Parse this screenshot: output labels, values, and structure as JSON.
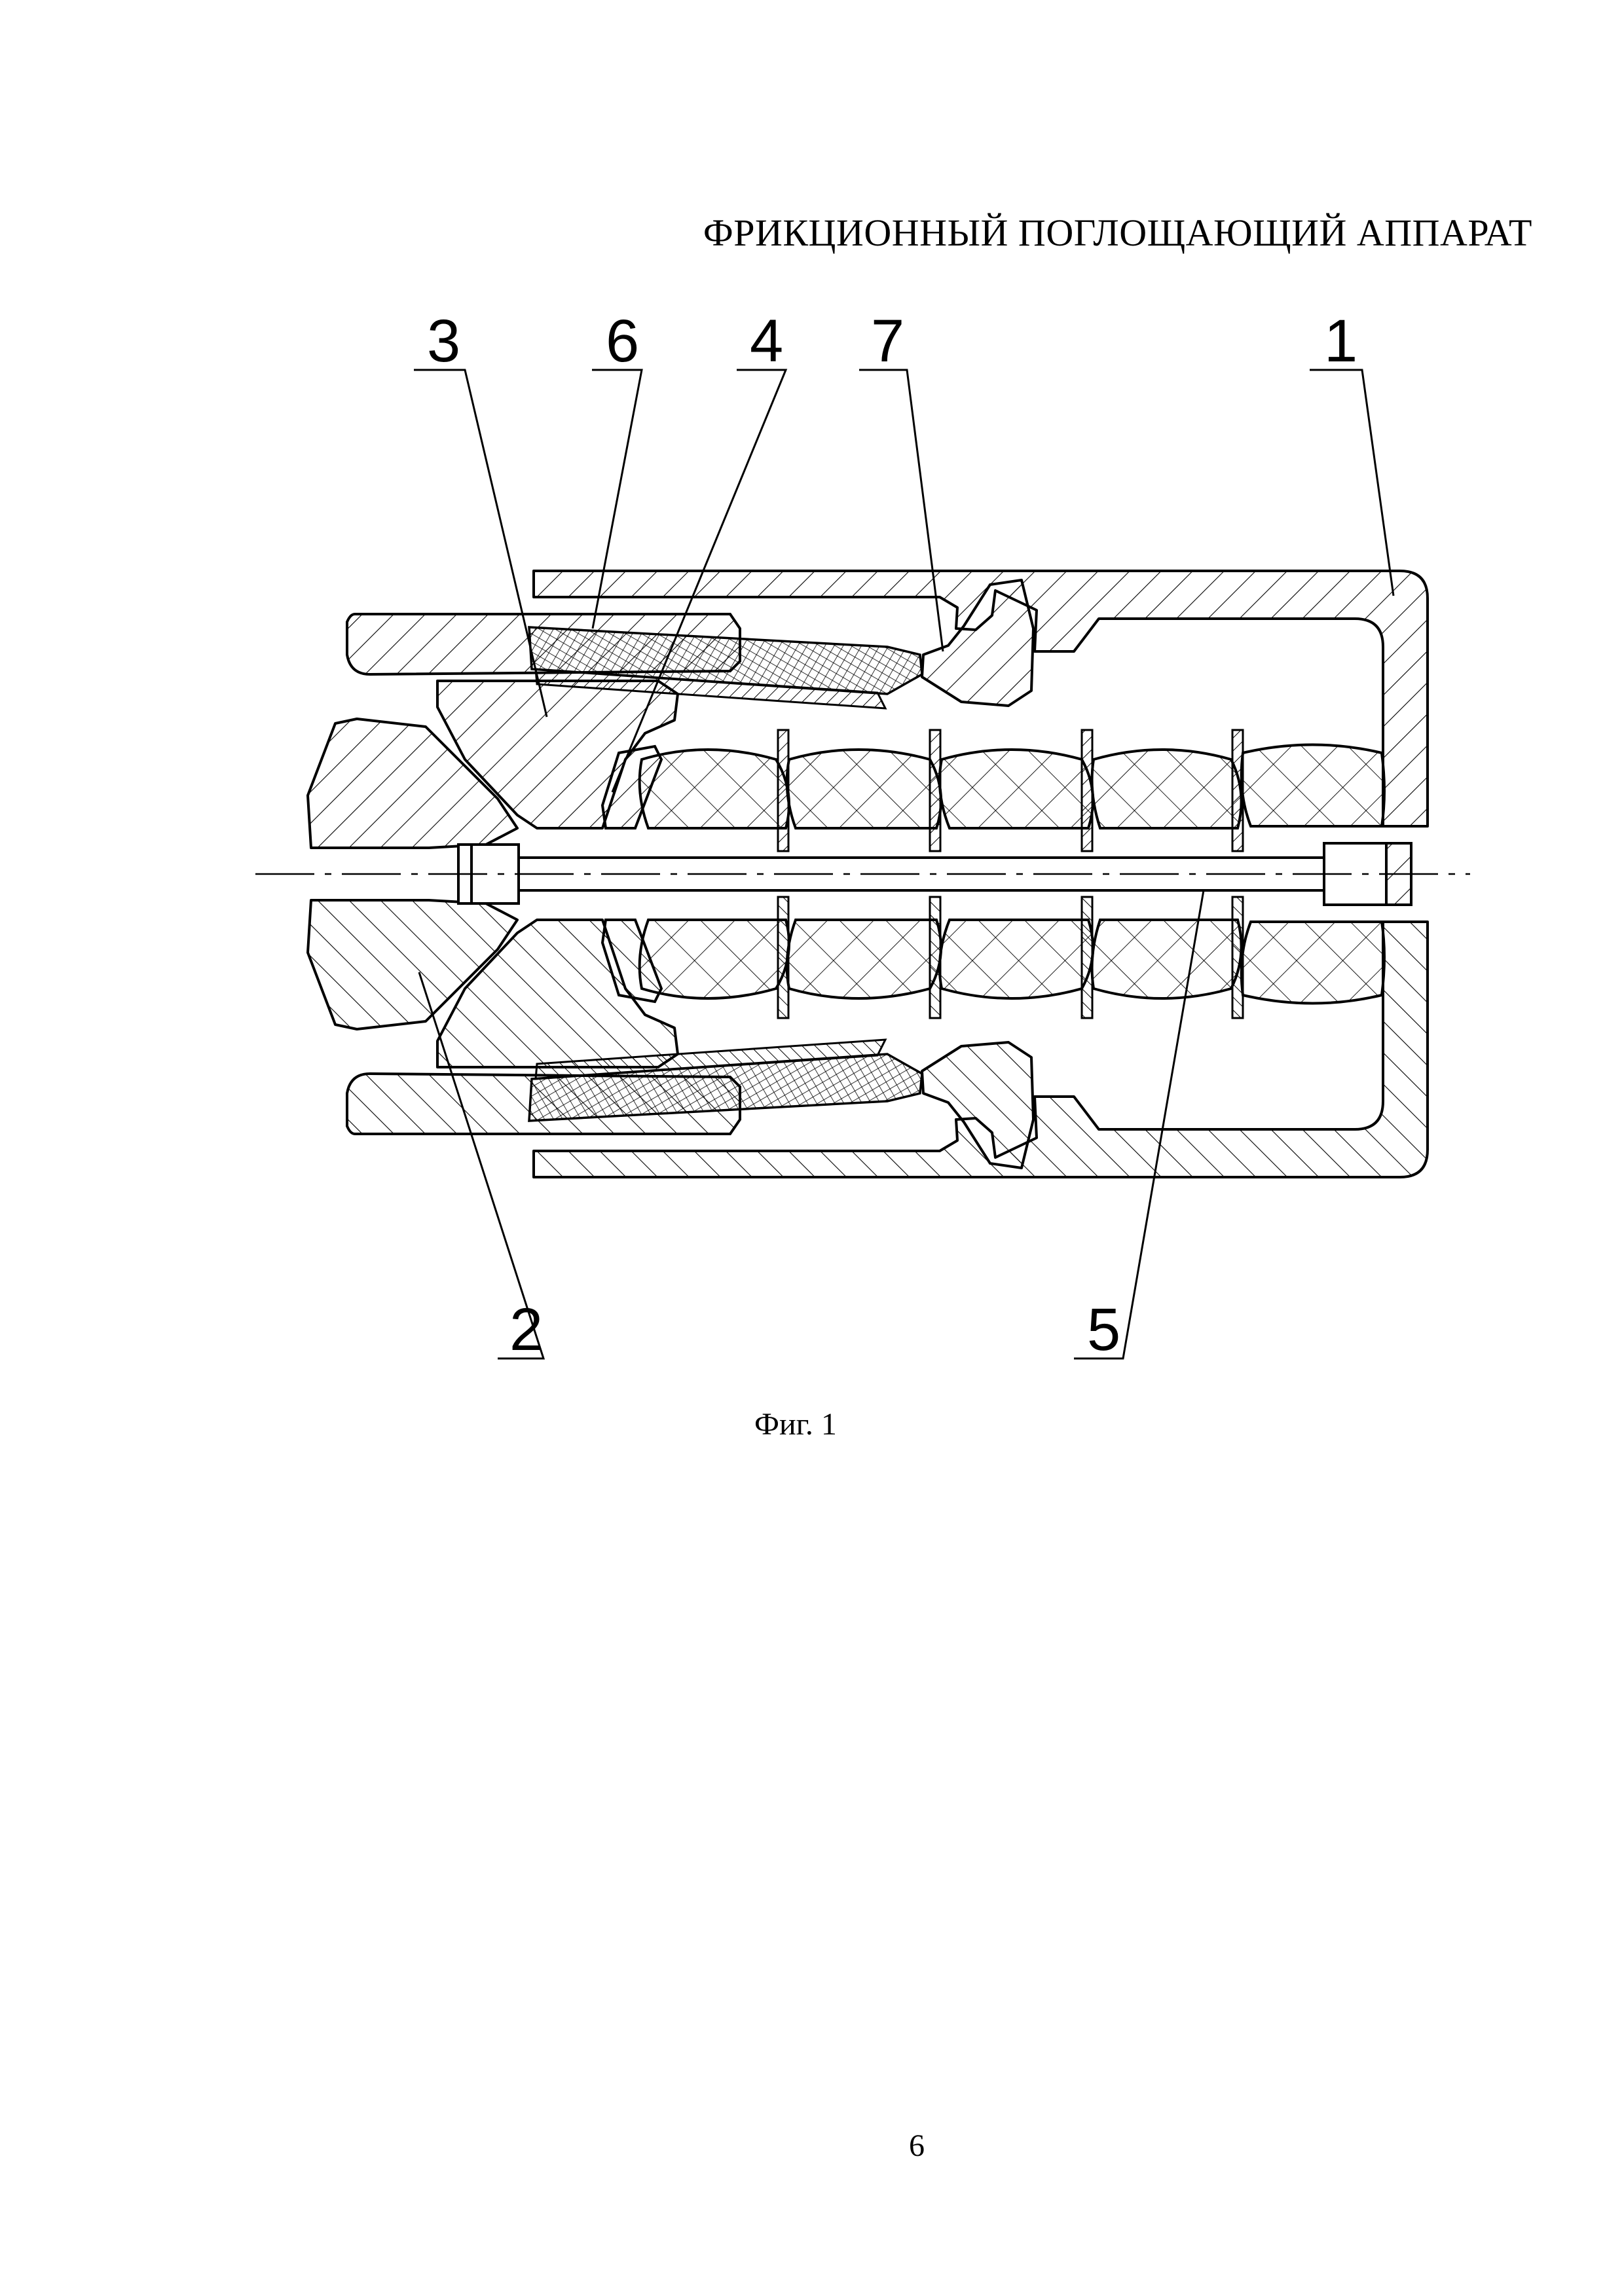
{
  "document": {
    "title": "ФРИКЦИОННЫЙ ПОГЛОЩАЮЩИЙ АППАРАТ",
    "figure_caption": "Фиг. 1",
    "page_number": "6"
  },
  "figure": {
    "callouts": [
      {
        "id": "callout-3",
        "label": "3",
        "part": "wedge"
      },
      {
        "id": "callout-6",
        "label": "6",
        "part": "friction-plate"
      },
      {
        "id": "callout-4",
        "label": "4",
        "part": "support-plate"
      },
      {
        "id": "callout-7",
        "label": "7",
        "part": "stop-wedge"
      },
      {
        "id": "callout-1",
        "label": "1",
        "part": "housing"
      },
      {
        "id": "callout-2",
        "label": "2",
        "part": "pressure-wedge"
      },
      {
        "id": "callout-5",
        "label": "5",
        "part": "tie-rod"
      }
    ]
  }
}
